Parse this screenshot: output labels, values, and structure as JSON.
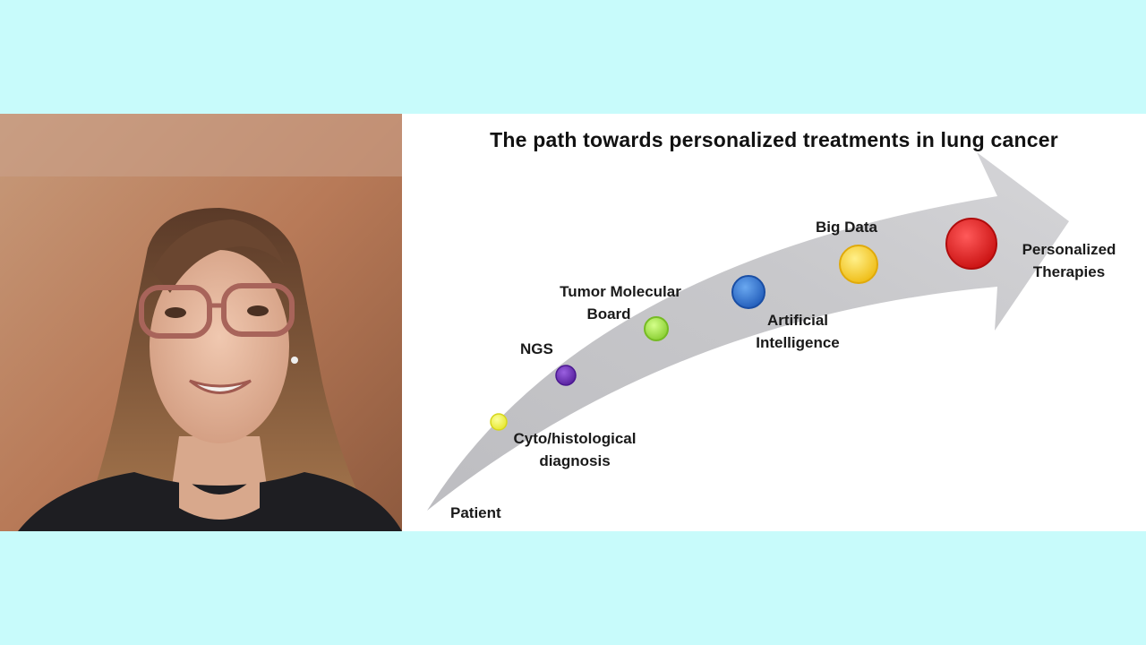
{
  "slide": {
    "title": "The path towards personalized treatments in lung cancer",
    "steps": [
      {
        "label": "Patient",
        "color": ""
      },
      {
        "label": "Cyto/histological diagnosis",
        "color": "#f2f238"
      },
      {
        "label": "NGS",
        "color": "#6a28b8"
      },
      {
        "label": "Tumor Molecular Board",
        "color": "#9fe046"
      },
      {
        "label": "Artificial Intelligence",
        "color": "#2f72d2"
      },
      {
        "label": "Big Data",
        "color": "#f5cf22"
      },
      {
        "label": "Personalized Therapies",
        "color": "#e31c1c"
      }
    ],
    "labels": {
      "patient": "Patient",
      "cyto_line1": "Cyto/histological",
      "cyto_line2": "diagnosis",
      "ngs": "NGS",
      "tmb_line1": "Tumor Molecular",
      "tmb_line2": "Board",
      "ai_line1": "Artificial",
      "ai_line2": "Intelligence",
      "big_data": "Big Data",
      "pt_line1": "Personalized",
      "pt_line2": "Therapies"
    }
  },
  "colors": {
    "background": "#c8fbfb",
    "arrow": "#c6c6c9"
  }
}
